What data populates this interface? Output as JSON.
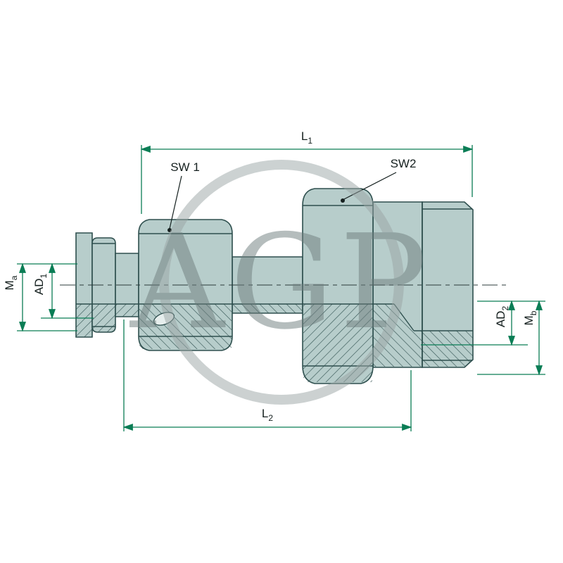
{
  "page": {
    "background": "#ffffff"
  },
  "drawing": {
    "watermark_text": "AGP",
    "colors": {
      "part_fill": "#b7cdcb",
      "part_stroke": "#2e4f4e",
      "dimension": "#0a7d55",
      "text": "#15201f",
      "watermark": "#6e7d7d"
    },
    "labels": {
      "l1": {
        "base": "L",
        "sub": "1"
      },
      "l2": {
        "base": "L",
        "sub": "2"
      },
      "sw1": "SW 1",
      "sw2": "SW2",
      "ma": {
        "base": "M",
        "sub": "a"
      },
      "ad1": {
        "base": "AD",
        "sub": "1"
      },
      "ad2": {
        "base": "AD",
        "sub": "2"
      },
      "mb": {
        "base": "M",
        "sub": "b"
      }
    }
  }
}
